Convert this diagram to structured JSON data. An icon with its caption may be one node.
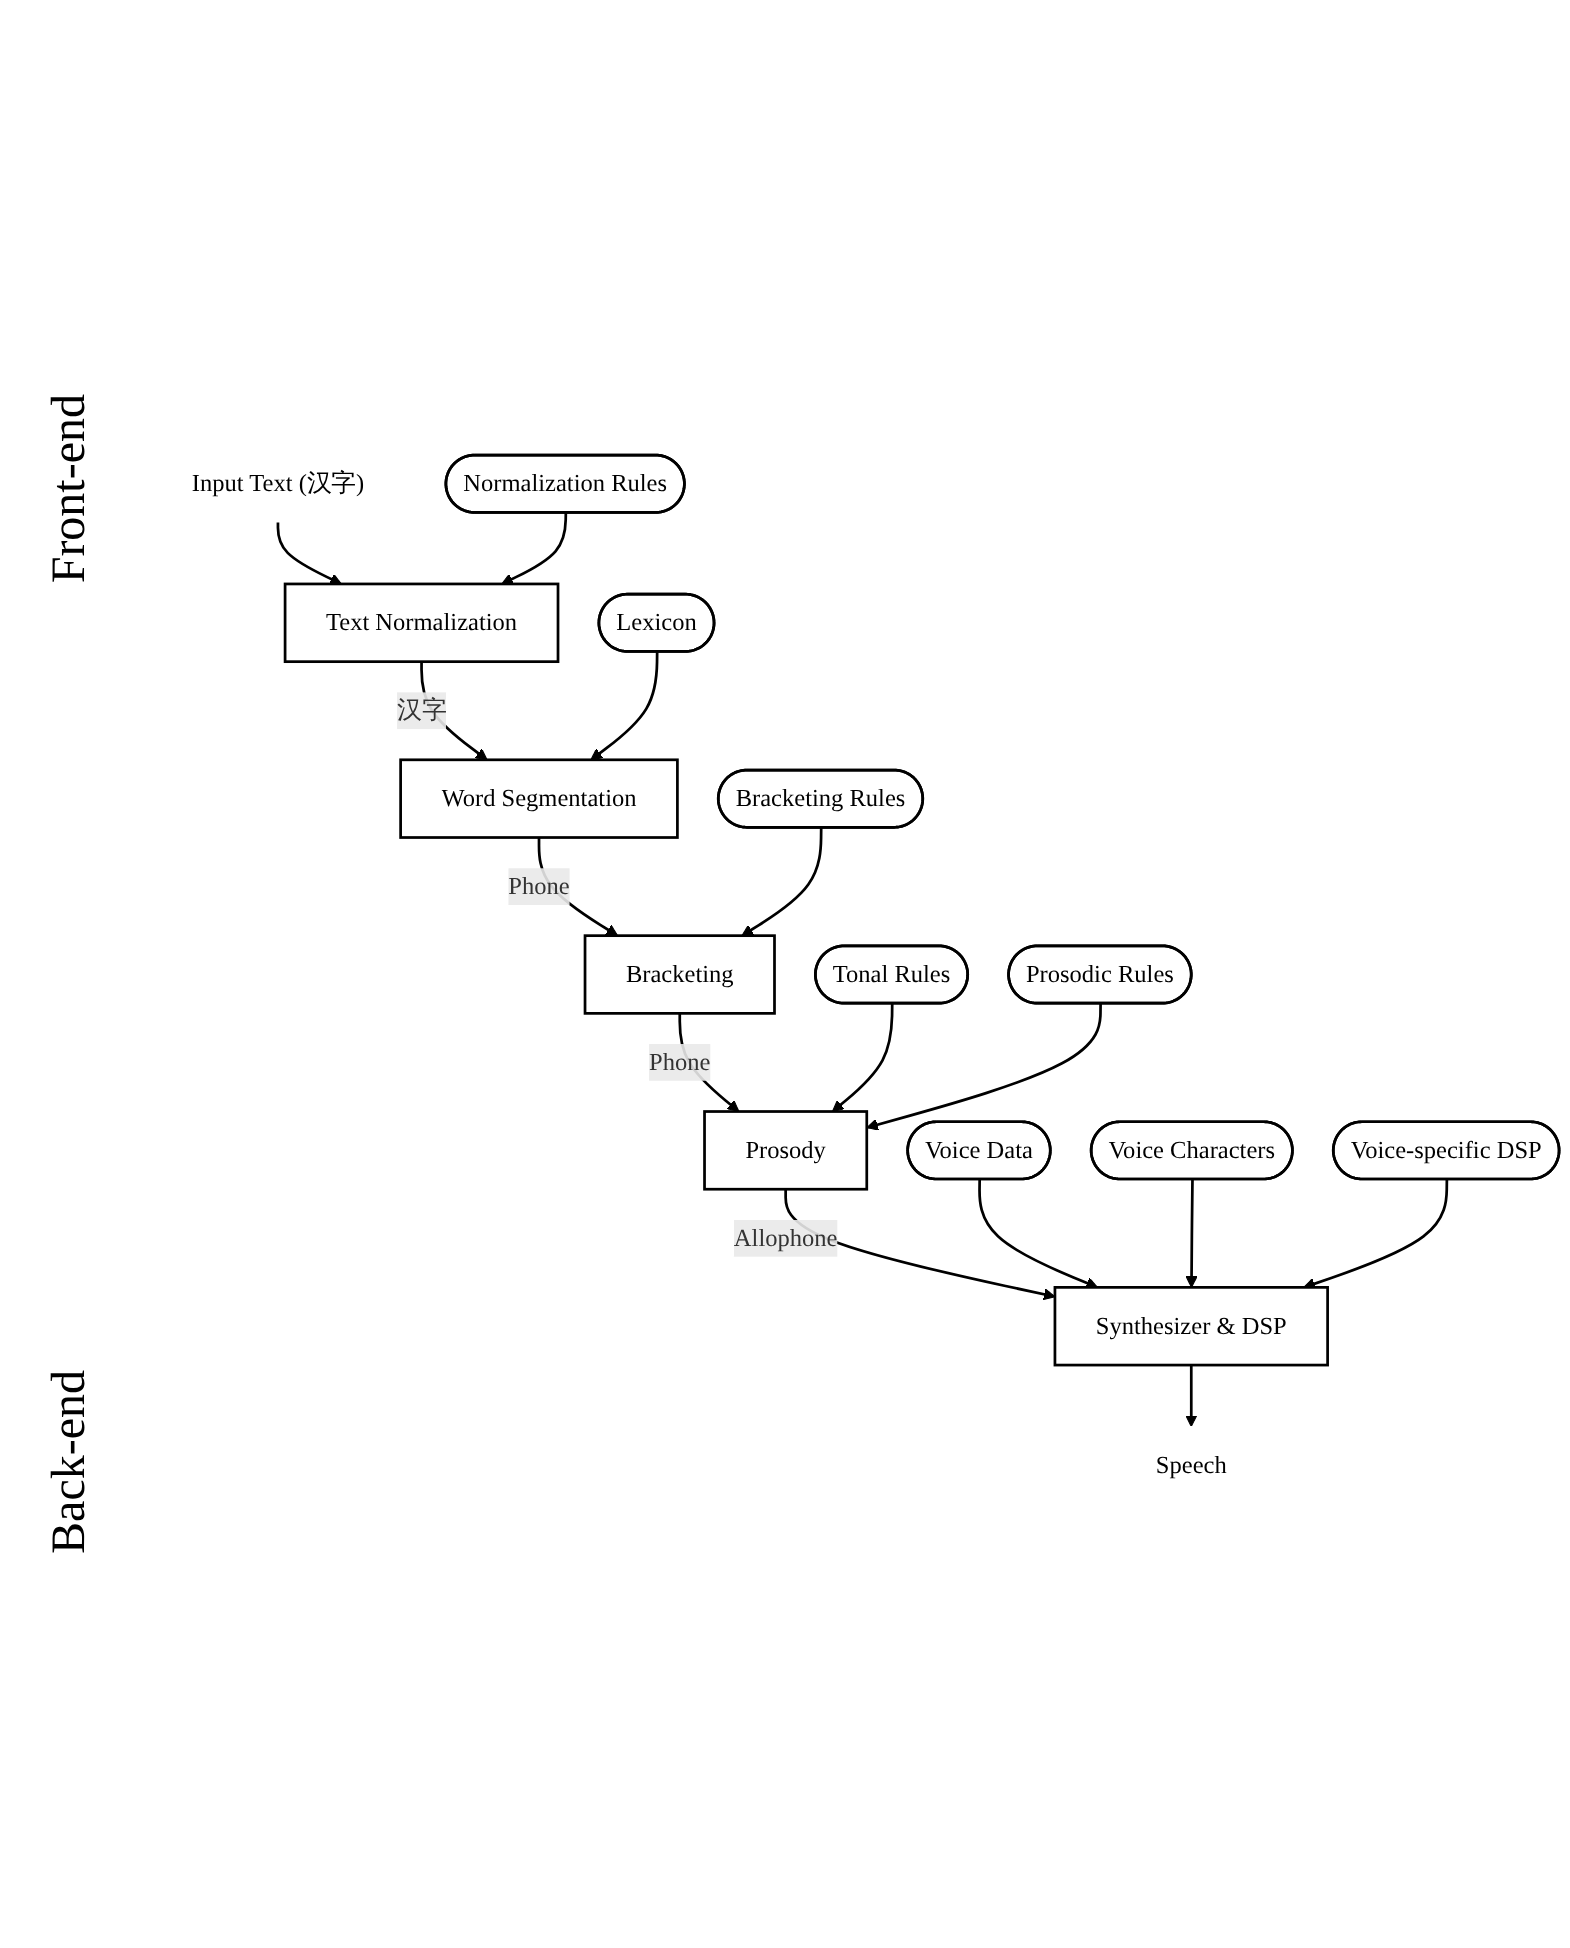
{
  "diagram": {
    "nodes": [
      {
        "text": [
          "Input Text (汉字)"
        ]
      },
      {
        "text": [
          "Text Normalization"
        ]
      },
      {
        "text": [
          "Normalization Rules"
        ]
      },
      {
        "text": [
          "Lexicon"
        ]
      },
      {
        "text": [
          "Word Segmentation"
        ]
      },
      {
        "text": [
          "Bracketing Rules"
        ]
      },
      {
        "text": [
          "Bracketing"
        ]
      },
      {
        "text": [
          "Tonal Rules"
        ]
      },
      {
        "text": [
          "Prosodic Rules"
        ]
      },
      {
        "text": [
          "Prosody"
        ]
      },
      {
        "text": [
          "Voice Data"
        ]
      },
      {
        "text": [
          "Synthesizer & DSP"
        ]
      },
      {
        "text": [
          "Voice Characters"
        ]
      },
      {
        "text": [
          "Voice-specific DSP"
        ]
      },
      {
        "text": [
          "Speech"
        ]
      }
    ],
    "edges": [
      {
        "from": 0,
        "to": 1,
        "arrow": "to"
      },
      {
        "from": 2,
        "to": 1,
        "arrow": "to"
      },
      {
        "from": 1,
        "to": 4,
        "arrow": "to",
        "label": "汉字"
      },
      {
        "from": 3,
        "to": 4,
        "arrow": "to"
      },
      {
        "from": 4,
        "to": 6,
        "arrow": "to",
        "label": "Phone"
      },
      {
        "from": 5,
        "to": 6,
        "arrow": "to"
      },
      {
        "from": 6,
        "to": 9,
        "arrow": "to",
        "label": "Phone"
      },
      {
        "from": 7,
        "to": 9,
        "arrow": "to"
      },
      {
        "from": 8,
        "to": 9,
        "arrow": "to"
      },
      {
        "from": 9,
        "to": 11,
        "arrow": "to",
        "label": "Allophone"
      },
      {
        "from": 10,
        "to": 11,
        "arrow": "to"
      },
      {
        "from": 12,
        "to": 11,
        "arrow": "to"
      },
      {
        "from": 13,
        "to": 11,
        "arrow": "to"
      },
      {
        "from": 11,
        "to": 14,
        "arrow": "to"
      }
    ],
    "labels": [
      "Front-end",
      "Back-end"
    ]
  }
}
